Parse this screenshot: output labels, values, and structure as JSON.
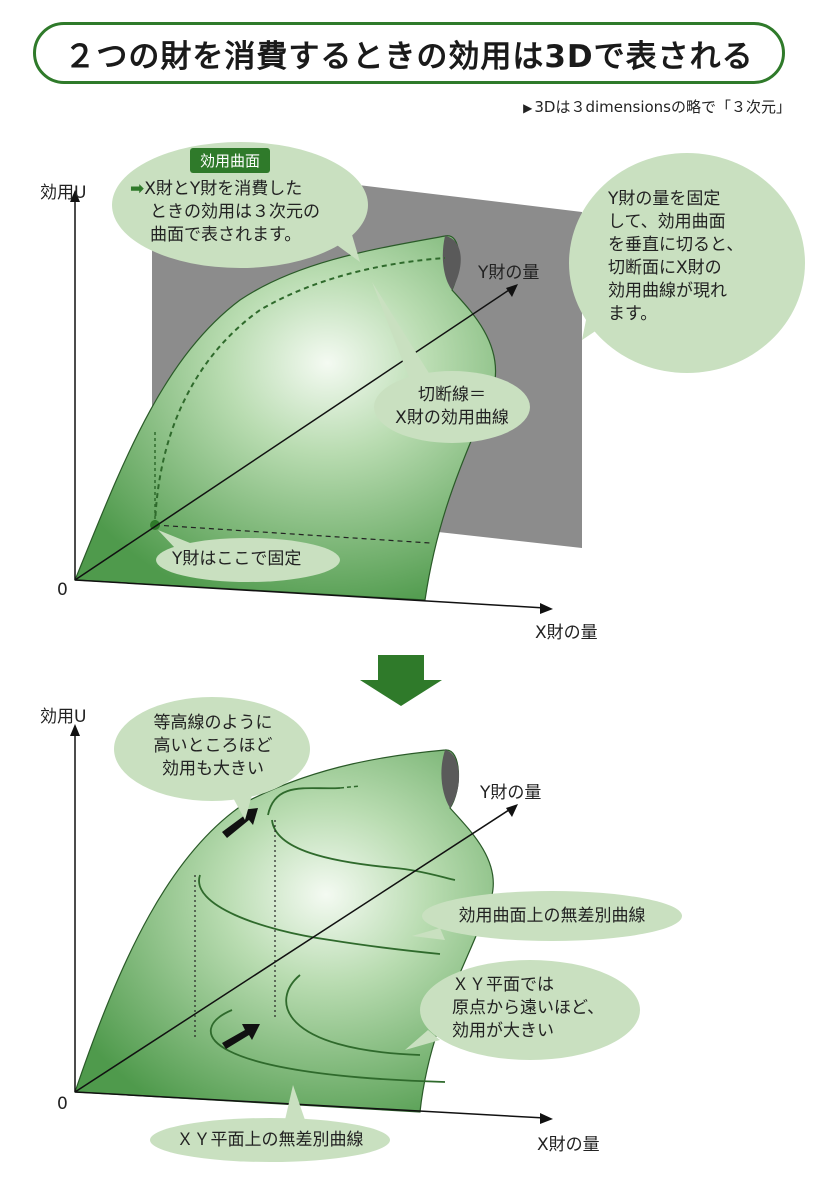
{
  "title": "２つの財を消費するときの効用は3Dで表される",
  "note": "3Dは３dimensionsの略で「３次元」",
  "top": {
    "axis_u": "効用U",
    "axis_y": "Y財の量",
    "axis_x": "X財の量",
    "origin": "0",
    "tag": "効用曲面",
    "bubble_surface": [
      "X財とY財を消費した",
      "ときの効用は３次元の",
      "曲面で表されます。"
    ],
    "bubble_cut": [
      "Y財の量を固定",
      "して、効用曲面",
      "を垂直に切ると、",
      "切断面にX財の",
      "効用曲線が現れ",
      "ます。"
    ],
    "bubble_section": [
      "切断線＝",
      "X財の効用曲線"
    ],
    "bubble_fixed": "Y財はここで固定"
  },
  "bottom": {
    "axis_u": "効用U",
    "axis_y": "Y財の量",
    "axis_x": "X財の量",
    "origin": "0",
    "bubble_contour": [
      "等高線のように",
      "高いところほど",
      "効用も大きい"
    ],
    "bubble_surface_curve": "効用曲面上の無差別曲線",
    "bubble_xy": [
      "ＸＹ平面では",
      "原点から遠いほど、",
      "効用が大きい"
    ],
    "bubble_xy_curve": "ＸＹ平面上の無差別曲線"
  },
  "colors": {
    "accent": "#2f7a2a",
    "bubble": "#c9e0c0",
    "surface": "#5aa05a",
    "plane": "#8c8c8c"
  }
}
